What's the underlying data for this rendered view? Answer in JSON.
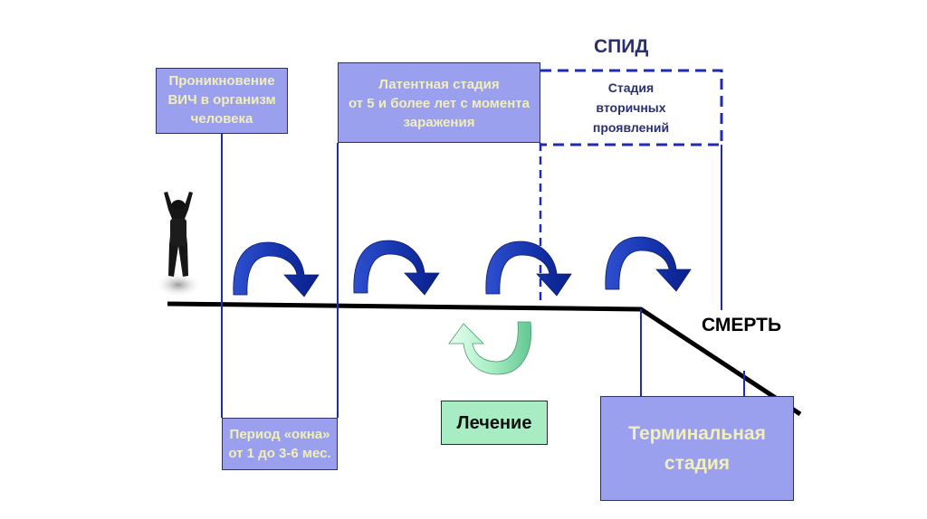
{
  "title_aids": "СПИД",
  "box_penetration": {
    "line1": "Проникновение",
    "line2": "ВИЧ в организм",
    "line3": "человека"
  },
  "box_latent": {
    "line1": "Латентная стадия",
    "line2": "от 5 и более  лет с момента",
    "line3": "заражения"
  },
  "box_secondary": {
    "line1": "Стадия",
    "line2": "вторичных",
    "line3": "проявлений"
  },
  "box_window": {
    "line1": "Период «окна»",
    "line2": "от 1 до 3-6 мес."
  },
  "box_treatment": {
    "label": "Лечение"
  },
  "box_terminal": {
    "line1": "Терминальная",
    "line2": "стадия"
  },
  "label_death": "СМЕРТЬ",
  "colors": {
    "box_fill": "#9aa0ee",
    "line_blue": "#1f2bb5",
    "arrow_blue": "#1f3fbf",
    "yellow_text": "#f3efb8",
    "treatment_fill": "#a8ecc4"
  }
}
